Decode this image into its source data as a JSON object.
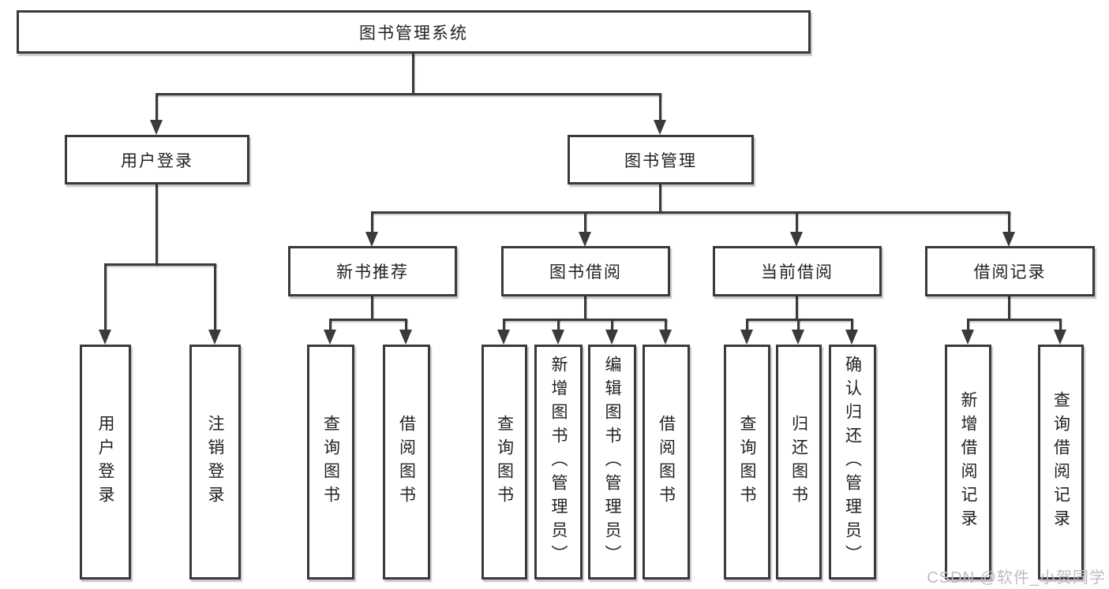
{
  "colors": {
    "line": "#3a3a3a",
    "text": "#222222",
    "box_background": "#ffffff",
    "watermark": "#bdbdbd"
  },
  "watermark": {
    "text": "CSDN @软件_小贺同学"
  },
  "tree": {
    "root": {
      "label": "图书管理系统"
    },
    "branches": [
      {
        "label": "用户登录",
        "children": [
          {
            "label": "用户登录"
          },
          {
            "label": "注销登录"
          }
        ]
      },
      {
        "label": "图书管理",
        "groups": [
          {
            "label": "新书推荐",
            "children": [
              {
                "label": "查询图书"
              },
              {
                "label": "借阅图书"
              }
            ]
          },
          {
            "label": "图书借阅",
            "children": [
              {
                "label": "查询图书"
              },
              {
                "label": "新增图书（管理员）"
              },
              {
                "label": "编辑图书（管理员）"
              },
              {
                "label": "借阅图书"
              }
            ]
          },
          {
            "label": "当前借阅",
            "children": [
              {
                "label": "查询图书"
              },
              {
                "label": "归还图书"
              },
              {
                "label": "确认归还（管理员）"
              }
            ]
          },
          {
            "label": "借阅记录",
            "children": [
              {
                "label": "新增借阅记录"
              },
              {
                "label": "查询借阅记录"
              }
            ]
          }
        ]
      }
    ]
  }
}
